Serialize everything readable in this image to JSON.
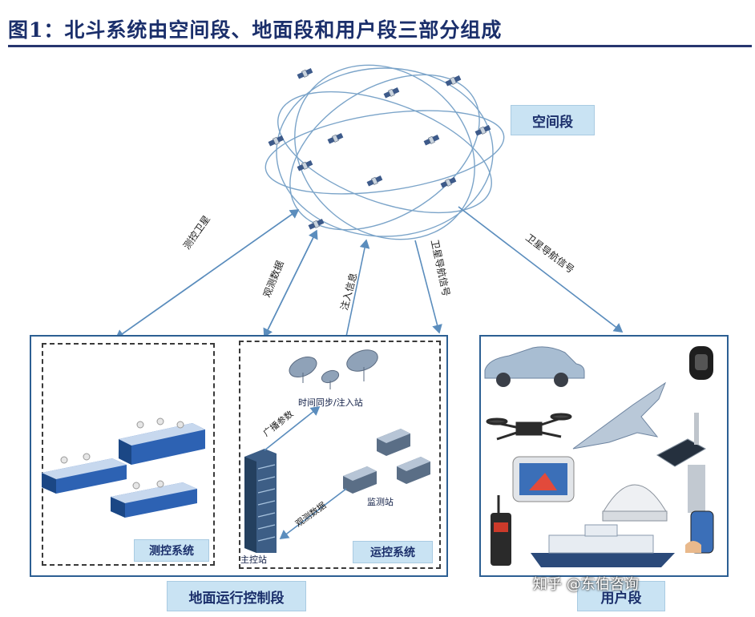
{
  "title": "图1：北斗系统由空间段、地面段和用户段三部分组成",
  "segments": {
    "space": "空间段",
    "ground": "地面运行控制段",
    "user": "用户段"
  },
  "ground": {
    "tt_system": "测控系统",
    "ops_system": "运控系统",
    "time_sync_station": "时间同步/注入站",
    "master_station": "主控站",
    "monitor_station": "监测站",
    "broadcast_params": "广播参数",
    "observation_data": "观测数据"
  },
  "links": {
    "link1": "测控卫星",
    "link2": "观测数据",
    "link3": "注入信息",
    "link4": "卫星导航信号",
    "link5": "卫星导航信号"
  },
  "watermark": "知乎 @东伯咨询"
}
